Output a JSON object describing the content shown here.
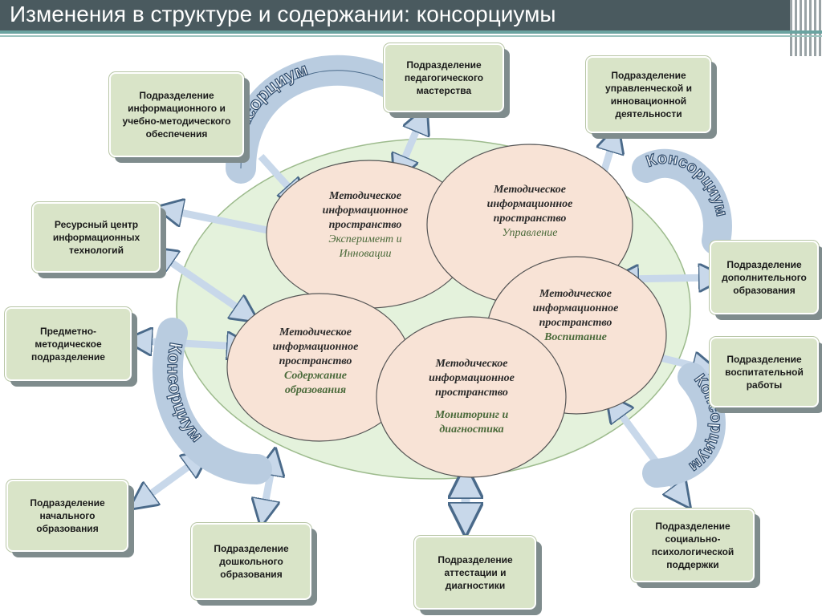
{
  "title": "Изменения в структуре и содержании: консорциумы",
  "consortium_label": "Консорциум",
  "boxes": {
    "info_support": "Подразделение информационного и учебно-методического обеспечения",
    "pedagogical": "Подразделение педагогического мастерства",
    "management": "Подразделение управленческой и инновационной деятельности",
    "resource_center": "Ресурсный центр информационных технологий",
    "subject_method": "Предметно-методическое подразделение",
    "additional_edu": "Подразделение дополнительного образования",
    "upbringing": "Подразделение воспитательной работы",
    "primary": "Подразделение начального образования",
    "preschool": "Подразделение дошкольного образования",
    "attestation": "Подразделение аттестации и диагностики",
    "social_psych": "Подразделение социально-психологической поддержки"
  },
  "circles": {
    "common": "Методическое информационное пространство",
    "experiment_1": "Эксперимент и",
    "experiment_2": "Инновации",
    "management": "Управление",
    "upbringing": "Воспитание",
    "content_1": "Содержание",
    "content_2": "образования",
    "monitoring_1": "Мониторинг и",
    "monitoring_2": "диагностика"
  },
  "colors": {
    "ellipse_fill": "#e4f2dc",
    "circle_fill": "#f8e3d6",
    "box_fill": "#d9e4c8",
    "arrow_fill": "#c8d8ea",
    "arc_fill": "#b9cce0",
    "title_bar": "#4a5a5f"
  }
}
